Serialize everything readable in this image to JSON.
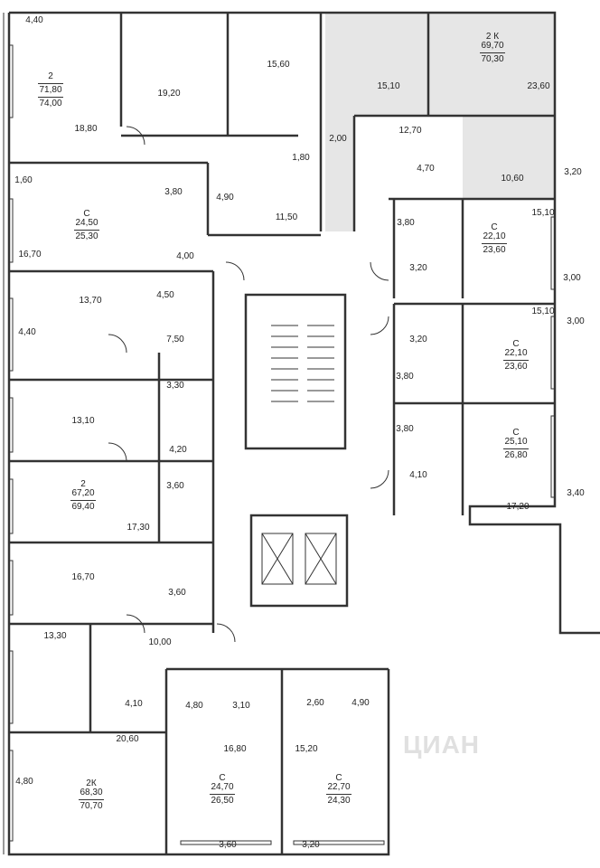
{
  "colors": {
    "wall": "#333333",
    "highlight": "#e6e6e6",
    "background": "#ffffff"
  },
  "watermark": "ЦИАН",
  "apartments": [
    {
      "type": "2",
      "living": "71,80",
      "total": "74,00"
    },
    {
      "type": "2 К",
      "living": "69,70",
      "total": "70,30"
    },
    {
      "type": "С",
      "living": "24,50",
      "total": "25,30"
    },
    {
      "type": "С",
      "living": "22,10",
      "total": "23,60"
    },
    {
      "type": "С",
      "living": "22,10",
      "total": "23,60"
    },
    {
      "type": "С",
      "living": "25,10",
      "total": "26,80"
    },
    {
      "type": "2",
      "living": "67,20",
      "total": "69,40"
    },
    {
      "type": "2К",
      "living": "68,30",
      "total": "70,70"
    },
    {
      "type": "С",
      "living": "24,70",
      "total": "26,50"
    },
    {
      "type": "С",
      "living": "22,70",
      "total": "24,30"
    }
  ],
  "rooms": [
    "4,40",
    "19,20",
    "15,60",
    "15,10",
    "23,60",
    "18,80",
    "12,70",
    "2,00",
    "1,80",
    "4,70",
    "10,60",
    "3,20",
    "1,60",
    "3,80",
    "4,90",
    "11,50",
    "3,80",
    "15,10",
    "16,70",
    "4,00",
    "3,20",
    "3,00",
    "13,70",
    "4,50",
    "15,10",
    "3,00",
    "4,40",
    "7,50",
    "3,20",
    "3,30",
    "3,80",
    "13,10",
    "4,20",
    "3,80",
    "3,60",
    "4,10",
    "17,30",
    "17,20",
    "3,40",
    "16,70",
    "3,60",
    "13,30",
    "10,00",
    "4,10",
    "4,80",
    "3,10",
    "2,60",
    "4,90",
    "20,60",
    "16,80",
    "15,20",
    "4,80",
    "3,60",
    "3,20"
  ]
}
